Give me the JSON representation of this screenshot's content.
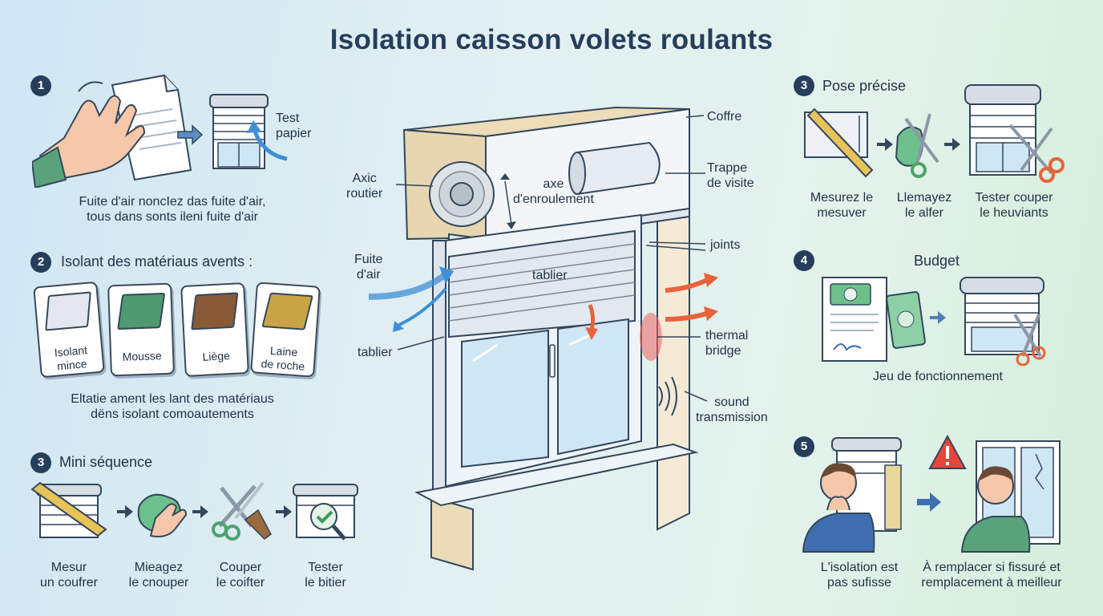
{
  "title": "Isolation caisson volets roulants",
  "s1": {
    "num": "1",
    "label_l1": "Test",
    "label_l2": "papier",
    "desc_l1": "Fuite d'air noncIez das fuite d'air,",
    "desc_l2": "tous dans sonts ileni fuite d'air"
  },
  "s2": {
    "num": "2",
    "heading": "Isolant des matériaus avents :",
    "materials": [
      {
        "l1": "Isolant",
        "l2": "mince",
        "color": "#e4e8ee"
      },
      {
        "l1": "Mousse",
        "l2": "",
        "color": "#4e9a72"
      },
      {
        "l1": "Liège",
        "l2": "",
        "color": "#8a5a36"
      },
      {
        "l1": "Laine",
        "l2": "de roche",
        "color": "#c9a445"
      }
    ],
    "desc_l1": "Eltatie ament les lant des matériaus",
    "desc_l2": "dëns isolant comoautements"
  },
  "s3": {
    "num": "3",
    "heading": "Mini séquence",
    "steps": [
      {
        "l1": "Mesur",
        "l2": "un coufrer"
      },
      {
        "l1": "Mieagez",
        "l2": "le cnouper"
      },
      {
        "l1": "Couper",
        "l2": "le coifter"
      },
      {
        "l1": "Tester",
        "l2": "le bitier"
      }
    ]
  },
  "center": {
    "coffre": "Coffre",
    "trappe_l1": "Trappe",
    "trappe_l2": "de visite",
    "axic_l1": "Axic",
    "axic_l2": "routier",
    "axe_l1": "axe",
    "axe_l2": "d'enroulement",
    "joints": "joints",
    "fuite_l1": "Fuite",
    "fuite_l2": "d'air",
    "tablier_in": "tablier",
    "tablier_out": "tablier",
    "thermal_l1": "thermal",
    "thermal_l2": "bridge",
    "sound_l1": "sound",
    "sound_l2": "transmission"
  },
  "r3": {
    "num": "3",
    "heading": "Pose précise",
    "steps": [
      {
        "l1": "Mesurez le",
        "l2": "mesuver"
      },
      {
        "l1": "Llemayez",
        "l2": "le alfer"
      },
      {
        "l1": "Tester couper",
        "l2": "le heuviants"
      }
    ]
  },
  "r4": {
    "num": "4",
    "heading": "Budget",
    "caption": "Jeu de fonctionnement"
  },
  "r5": {
    "num": "5",
    "left_l1": "L'isolation est",
    "left_l2": "pas sufisse",
    "right_l1": "À remplacer si fissuré et",
    "right_l2": "remplacement à meilleur"
  },
  "colors": {
    "navy": "#263e5c",
    "orange": "#e8633a",
    "blue_air": "#3f8fd6",
    "green": "#5aa37a"
  }
}
